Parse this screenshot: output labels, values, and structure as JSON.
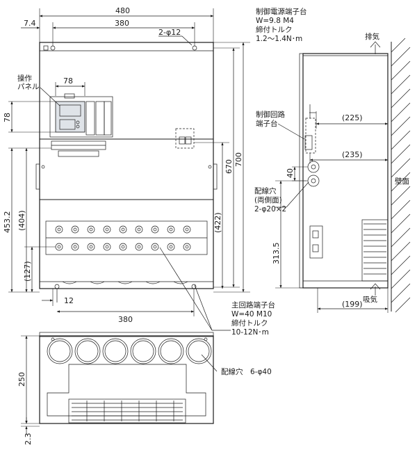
{
  "front_view": {
    "dims": {
      "width": "480",
      "inner_width": "380",
      "offset": "7.4",
      "hole": "2-φ12",
      "panel_width": "78",
      "panel_height": "78",
      "height_453": "453.2",
      "height_404": "(404)",
      "height_127": "(127)",
      "height_422": "(422)",
      "height_670": "670",
      "height_700": "700",
      "bottom_12": "12",
      "bottom_380": "380"
    },
    "label_operation_panel_1": "操作",
    "label_operation_panel_2": "パネル"
  },
  "side_view": {
    "control_power_terminal": [
      "制御電源端子台",
      "W=9.8 M4",
      "締付トルク",
      "1.2～1.4N･m"
    ],
    "exhaust": "排気",
    "control_circuit_terminal": [
      "制御回路",
      "端子台"
    ],
    "dim_225": "(225)",
    "dim_235": "(235)",
    "dim_40": "40",
    "wiring_hole": [
      "配線穴",
      "(両側面)",
      "2-φ20×2"
    ],
    "wall": "壁面",
    "dim_313": "313.5",
    "intake": "吸気",
    "dim_199": "(199)"
  },
  "main_circuit_terminal": [
    "主回路端子台",
    "W=40 M10",
    "締付トルク",
    "10-12N･m"
  ],
  "bottom_view": {
    "dim_250": "250",
    "dim_2_3": "2.3",
    "wiring_hole": "配線穴　6-φ40"
  },
  "colors": {
    "body_fill": "#ffffff",
    "panel_shade": "#dfe3e8",
    "background": "#ffffff"
  }
}
